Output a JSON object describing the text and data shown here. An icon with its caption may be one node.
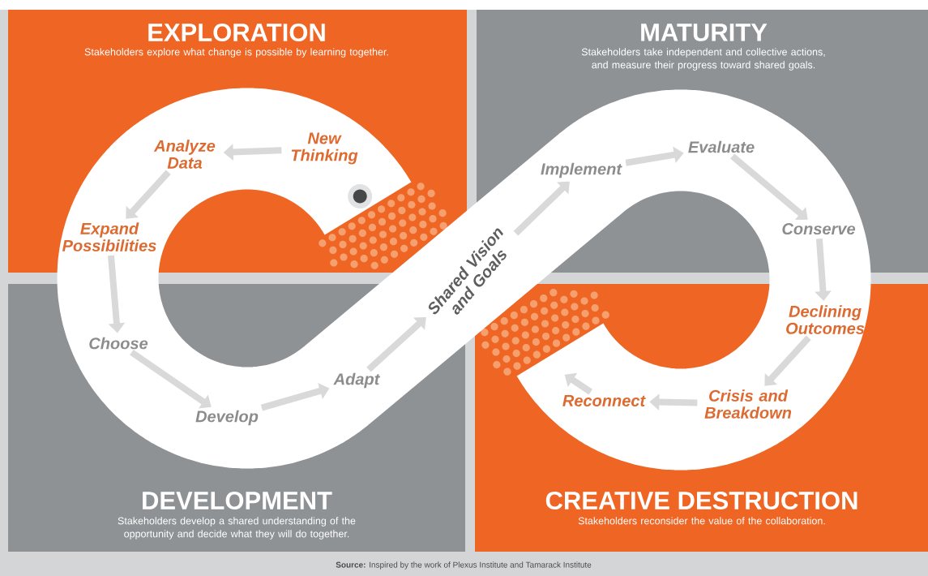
{
  "diagram": {
    "nodes": [
      {
        "text": [
          "EXPLORATION",
          "Stakeholders explore what change is possible by learning together."
        ]
      },
      {
        "text": [
          "MATURITY",
          "Stakeholders take independent and collective actions, and measure their progress toward shared goals."
        ]
      },
      {
        "text": [
          "DEVELOPMENT",
          "Stakeholders develop a shared understanding of the opportunity and decide what they will do together."
        ]
      },
      {
        "text": [
          "CREATIVE DESTRUCTION",
          "Stakeholders reconsider the value of the collaboration."
        ]
      },
      {
        "text": [
          "New Thinking"
        ],
        "in": 0
      },
      {
        "text": [
          "Analyze Data"
        ],
        "in": 0
      },
      {
        "text": [
          "Expand Possibilities"
        ],
        "in": 0
      },
      {
        "text": [
          "Choose"
        ],
        "in": 2
      },
      {
        "text": [
          "Develop"
        ],
        "in": 2
      },
      {
        "text": [
          "Adapt"
        ],
        "in": 2
      },
      {
        "text": [
          "Shared Vision and Goals"
        ]
      },
      {
        "text": [
          "Implement"
        ],
        "in": 1
      },
      {
        "text": [
          "Evaluate"
        ],
        "in": 1
      },
      {
        "text": [
          "Conserve"
        ],
        "in": 1
      },
      {
        "text": [
          "Declining Outcomes"
        ],
        "in": 3
      },
      {
        "text": [
          "Crisis and Breakdown"
        ],
        "in": 3
      },
      {
        "text": [
          "Reconnect"
        ],
        "in": 3
      }
    ],
    "edges": [
      {
        "from": 4,
        "to": 5,
        "arrow": "to"
      },
      {
        "from": 5,
        "to": 6,
        "arrow": "to"
      },
      {
        "from": 6,
        "to": 7,
        "arrow": "to"
      },
      {
        "from": 7,
        "to": 8,
        "arrow": "to"
      },
      {
        "from": 8,
        "to": 9,
        "arrow": "to"
      },
      {
        "from": 9,
        "to": 10,
        "arrow": "to"
      },
      {
        "from": 10,
        "to": 11,
        "arrow": "to"
      },
      {
        "from": 11,
        "to": 12,
        "arrow": "to"
      },
      {
        "from": 12,
        "to": 13,
        "arrow": "to"
      },
      {
        "from": 13,
        "to": 14,
        "arrow": "to"
      },
      {
        "from": 14,
        "to": 15,
        "arrow": "to"
      },
      {
        "from": 15,
        "to": 16,
        "arrow": "to"
      },
      {
        "from": 16,
        "to": null,
        "arrow": "to"
      }
    ],
    "labels": [
      "**Source:** Inspired by the work of Plexus Institute and Tamarack Institute"
    ]
  }
}
